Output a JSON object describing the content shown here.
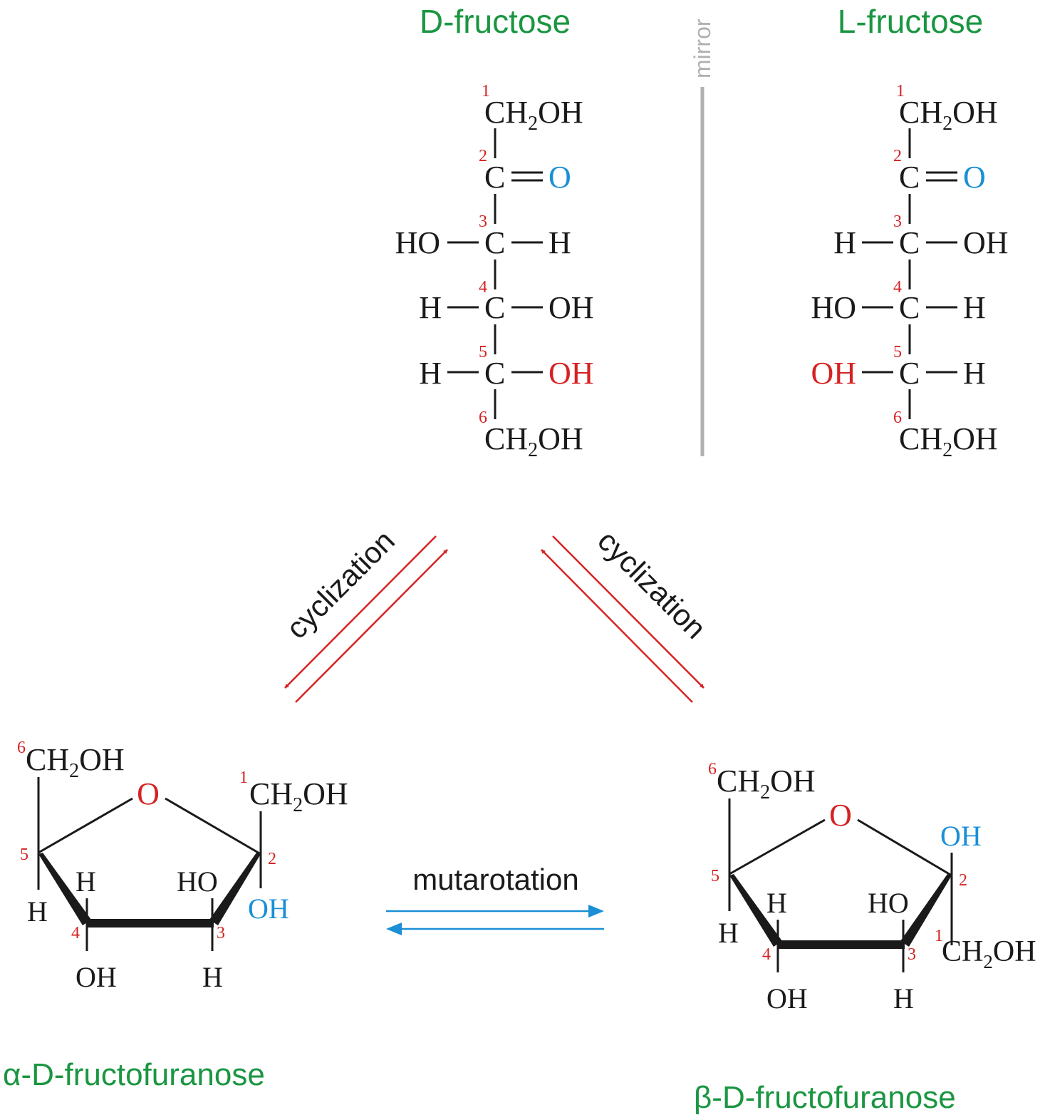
{
  "colors": {
    "title_green": "#1a9641",
    "number_red": "#d62222",
    "highlight_red": "#d62222",
    "highlight_blue": "#1a8fd6",
    "bond_black": "#1a1a1a",
    "mirror_gray": "#b0b0b0",
    "cyclization_arrow": "#d62222",
    "mutarotation_arrow": "#1a8fd6"
  },
  "titles": {
    "d_fructose": "D-fructose",
    "l_fructose": "L-fructose",
    "alpha": "α-D-fructofuranose",
    "beta": "β-D-fructofuranose"
  },
  "mirror_label": "mirror",
  "arrows": {
    "cyclization_left": "cyclization",
    "cyclization_right": "cyclization",
    "mutarotation": "mutarotation"
  },
  "fischer": {
    "ch2oh_main": "CH",
    "ch2oh_sub": "2",
    "ch2oh_tail": "OH",
    "carbon": "C",
    "ketone_o": "O",
    "numbers": [
      "1",
      "2",
      "3",
      "4",
      "5",
      "6"
    ],
    "d": {
      "c3": {
        "left": "HO",
        "right": "H"
      },
      "c4": {
        "left": "H",
        "right": "OH"
      },
      "c5": {
        "left": "H",
        "right": "OH"
      }
    },
    "l": {
      "c3": {
        "left": "H",
        "right": "OH"
      },
      "c4": {
        "left": "HO",
        "right": "H"
      },
      "c5": {
        "left": "OH",
        "right": "H"
      }
    }
  },
  "alpha_ring": {
    "ring_o": "O",
    "c6_num": "6",
    "c1_num": "1",
    "c2_num": "2",
    "c3_num": "3",
    "c4_num": "4",
    "c5_num": "5",
    "c2_down": "OH",
    "c3_up": "HO",
    "c3_down": "H",
    "c4_up": "H",
    "c4_down": "OH",
    "c5_down": "H"
  },
  "beta_ring": {
    "ring_o": "O",
    "c6_num": "6",
    "c1_num": "1",
    "c2_num": "2",
    "c3_num": "3",
    "c4_num": "4",
    "c5_num": "5",
    "c2_up": "OH",
    "c3_up": "HO",
    "c3_down": "H",
    "c4_up": "H",
    "c4_down": "OH",
    "c5_down": "H"
  }
}
